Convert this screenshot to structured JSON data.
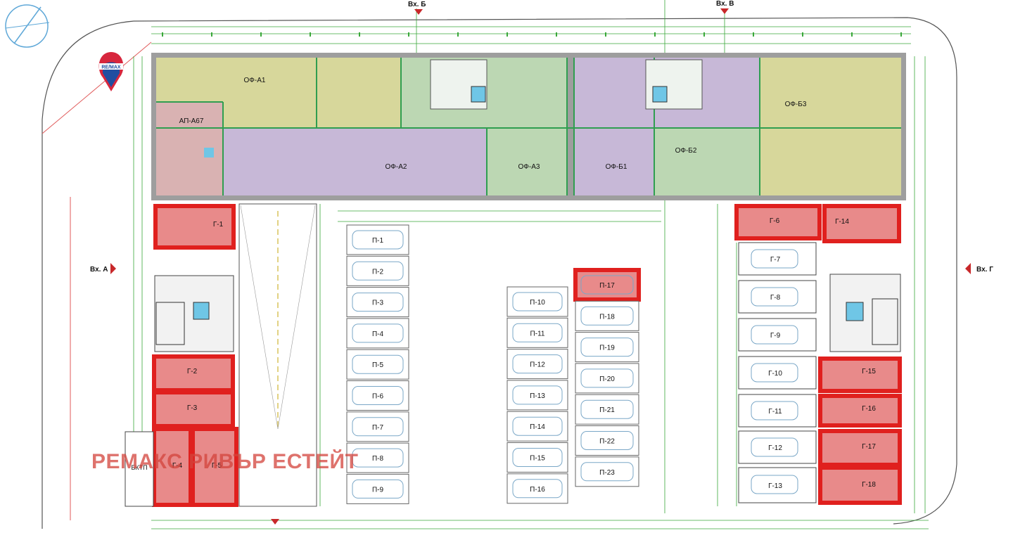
{
  "entrances": {
    "a": "Вх. А",
    "b": "Вх. Б",
    "v": "Вх. В",
    "g": "Вх. Г"
  },
  "logo": {
    "text": "RE/MAX"
  },
  "offices": {
    "a67": "АП-А67",
    "a1": "ОФ-А1",
    "a2": "ОФ-А2",
    "a3": "ОФ-А3",
    "b1": "ОФ-Б1",
    "b2": "ОФ-Б2",
    "b3": "ОФ-Б3"
  },
  "garages_left": {
    "g1": "Г-1",
    "g2": "Г-2",
    "g3": "Г-3",
    "g4": "Г-4",
    "g5": "Г-5"
  },
  "garages_right_red": {
    "g6": "Г-6",
    "g14": "Г-14",
    "g15": "Г-15",
    "g16": "Г-16",
    "g17": "Г-17",
    "g18": "Г-18"
  },
  "garages_right": {
    "g7": "Г-7",
    "g8": "Г-8",
    "g9": "Г-9",
    "g10": "Г-10",
    "g11": "Г-11",
    "g12": "Г-12",
    "g13": "Г-13"
  },
  "parking_col1": [
    "П-1",
    "П-2",
    "П-3",
    "П-4",
    "П-5",
    "П-6",
    "П-7",
    "П-8",
    "П-9"
  ],
  "parking_col2": [
    "П-10",
    "П-11",
    "П-12",
    "П-13",
    "П-14",
    "П-15",
    "П-16"
  ],
  "parking_col3": [
    "П-17",
    "П-18",
    "П-19",
    "П-20",
    "П-21",
    "П-22",
    "П-23"
  ],
  "bktp": "БКТП",
  "watermark": "РЕМАКС РИВЪР ЕСТЕЙТ",
  "colors": {
    "highlight": "#e0201e",
    "dimension": "#3aa83a",
    "wall": "#6f6f6f",
    "office_yellow": "#d7d79b",
    "office_purple": "#c7b8d7",
    "office_green": "#bcd7b3",
    "office_pink": "#d9b2b2"
  }
}
